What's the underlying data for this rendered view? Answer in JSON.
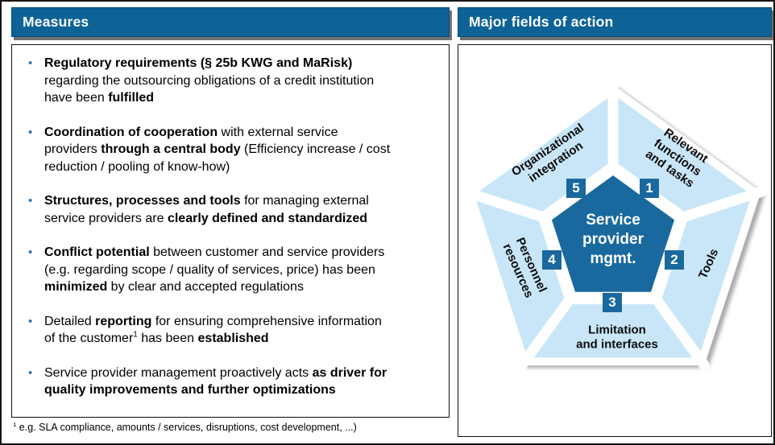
{
  "slide": {
    "left_panel": {
      "header": "Measures",
      "bullets": [
        [
          {
            "t": "Regulatory requirements (§ 25b KWG and MaRisk)",
            "b": true
          },
          {
            "t": "\nregarding the outsourcing obligations of a credit institution\nhave been "
          },
          {
            "t": "fulfilled",
            "b": true
          }
        ],
        [
          {
            "t": "Coordination of cooperation",
            "b": true
          },
          {
            "t": " with external service\nproviders "
          },
          {
            "t": "through a central body",
            "b": true
          },
          {
            "t": " (Efficiency increase / cost\nreduction / pooling of know-how)"
          }
        ],
        [
          {
            "t": "Structures, processes and tools",
            "b": true
          },
          {
            "t": " for managing external\nservice providers are "
          },
          {
            "t": "clearly defined and standardized",
            "b": true
          }
        ],
        [
          {
            "t": "Conflict potential",
            "b": true
          },
          {
            "t": " between customer and service providers\n(e.g. regarding scope / quality of services, price) has been\n"
          },
          {
            "t": "minimized",
            "b": true
          },
          {
            "t": " by clear and accepted regulations"
          }
        ],
        [
          {
            "t": "Detailed "
          },
          {
            "t": "reporting",
            "b": true
          },
          {
            "t": " for ensuring comprehensive information\nof the customer"
          },
          {
            "t": "1",
            "sup": true
          },
          {
            "t": " has been "
          },
          {
            "t": "established",
            "b": true
          }
        ],
        [
          {
            "t": "Service provider management proactively acts "
          },
          {
            "t": "as driver for\nquality improvements and further optimizations",
            "b": true
          }
        ]
      ],
      "footnote": [
        {
          "t": "1",
          "sup": true
        },
        {
          "t": " e.g. SLA compliance, amounts / services, disruptions, cost development, ...)"
        }
      ]
    },
    "right_panel": {
      "header": "Major fields of action",
      "diagram": {
        "center_label": "Service\nprovider\nmgmt.",
        "fields": [
          {
            "num": "1",
            "label": "Relevant functions\nand tasks"
          },
          {
            "num": "2",
            "label": "Tools"
          },
          {
            "num": "3",
            "label": "Limitation\nand interfaces"
          },
          {
            "num": "4",
            "label": "Personnel\nresources"
          },
          {
            "num": "5",
            "label": "Organizational\nintegration"
          }
        ]
      }
    },
    "colors": {
      "header_blue": "#0d6296",
      "pentagon_dark_blue": "#19699e",
      "pentagon_light_blue": "#c9e6f8",
      "bullet_blue": "#2e75b5"
    }
  }
}
